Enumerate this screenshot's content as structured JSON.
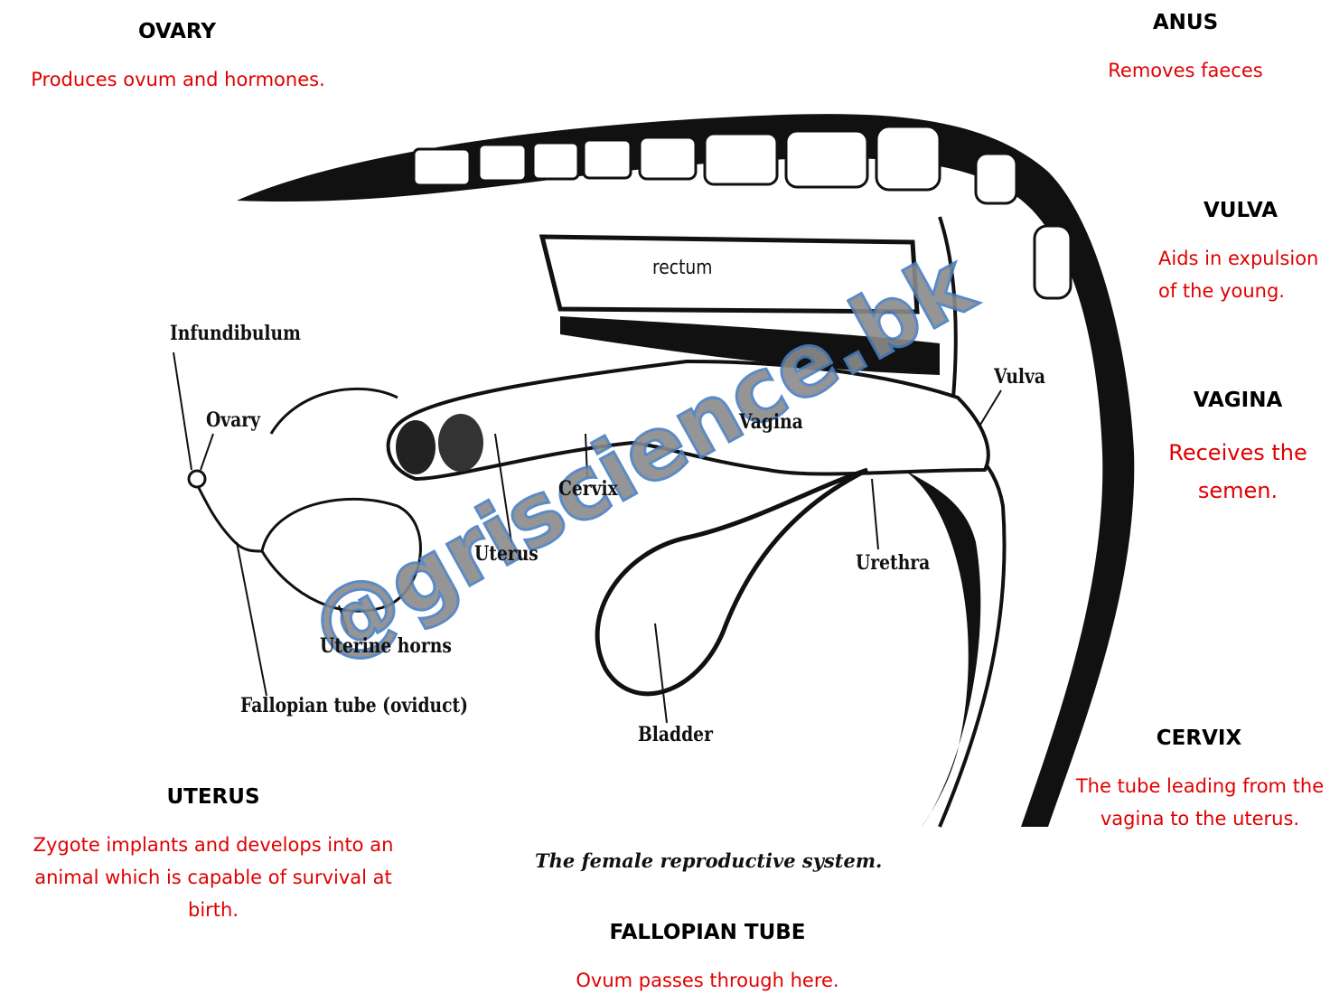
{
  "annotations": {
    "ovary": {
      "title": "OVARY",
      "desc": [
        "Produces ovum and hormones."
      ]
    },
    "anus": {
      "title": "ANUS",
      "desc": [
        "Removes faeces"
      ]
    },
    "vulva": {
      "title": "VULVA",
      "desc": [
        "Aids in expulsion",
        "of  the young."
      ]
    },
    "vagina": {
      "title": "VAGINA",
      "desc": [
        "Receives the",
        "semen."
      ]
    },
    "cervix": {
      "title": "CERVIX",
      "desc": [
        "The tube leading from the",
        "vagina to the uterus."
      ]
    },
    "uterus": {
      "title": "UTERUS",
      "desc": [
        "Zygote implants and develops into  an",
        "animal which is capable of survival at",
        "birth."
      ]
    },
    "fallopian": {
      "title": "FALLOPIAN TUBE",
      "desc": [
        "Ovum passes  through here."
      ]
    }
  },
  "diagram": {
    "labels": {
      "infundibulum": "Infundibulum",
      "ovary": "Ovary",
      "rectum": "rectum",
      "vulva": "Vulva",
      "vagina": "Vagina",
      "cervix": "Cervix",
      "uterus": "Uterus",
      "urethra": "Urethra",
      "uterine_horns": "Uterine horns",
      "fallopian_tube": "Fallopian tube (oviduct)",
      "bladder": "Bladder"
    },
    "caption": "The female reproductive system.",
    "watermark": "@griscience.bk"
  },
  "colors": {
    "heading": "#000000",
    "description": "#e00000",
    "watermark": "#4a7fc1"
  }
}
